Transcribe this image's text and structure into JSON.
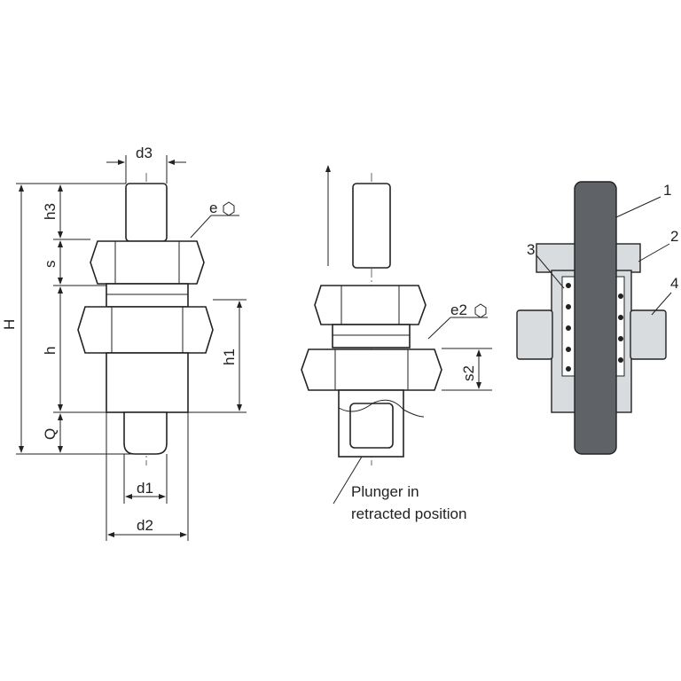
{
  "labels": {
    "d3": "d3",
    "e": "e",
    "h3": "h3",
    "s": "s",
    "H": "H",
    "h": "h",
    "h1": "h1",
    "Q": "Q",
    "d1": "d1",
    "d2": "d2",
    "e2": "e2",
    "s2": "s2",
    "plunger_line1": "Plunger in",
    "plunger_line2": "retracted position",
    "part1": "1",
    "part2": "2",
    "part3": "3",
    "part4": "4"
  },
  "colors": {
    "section_light": "#d9dcdf",
    "section_dark": "#5f6368"
  }
}
